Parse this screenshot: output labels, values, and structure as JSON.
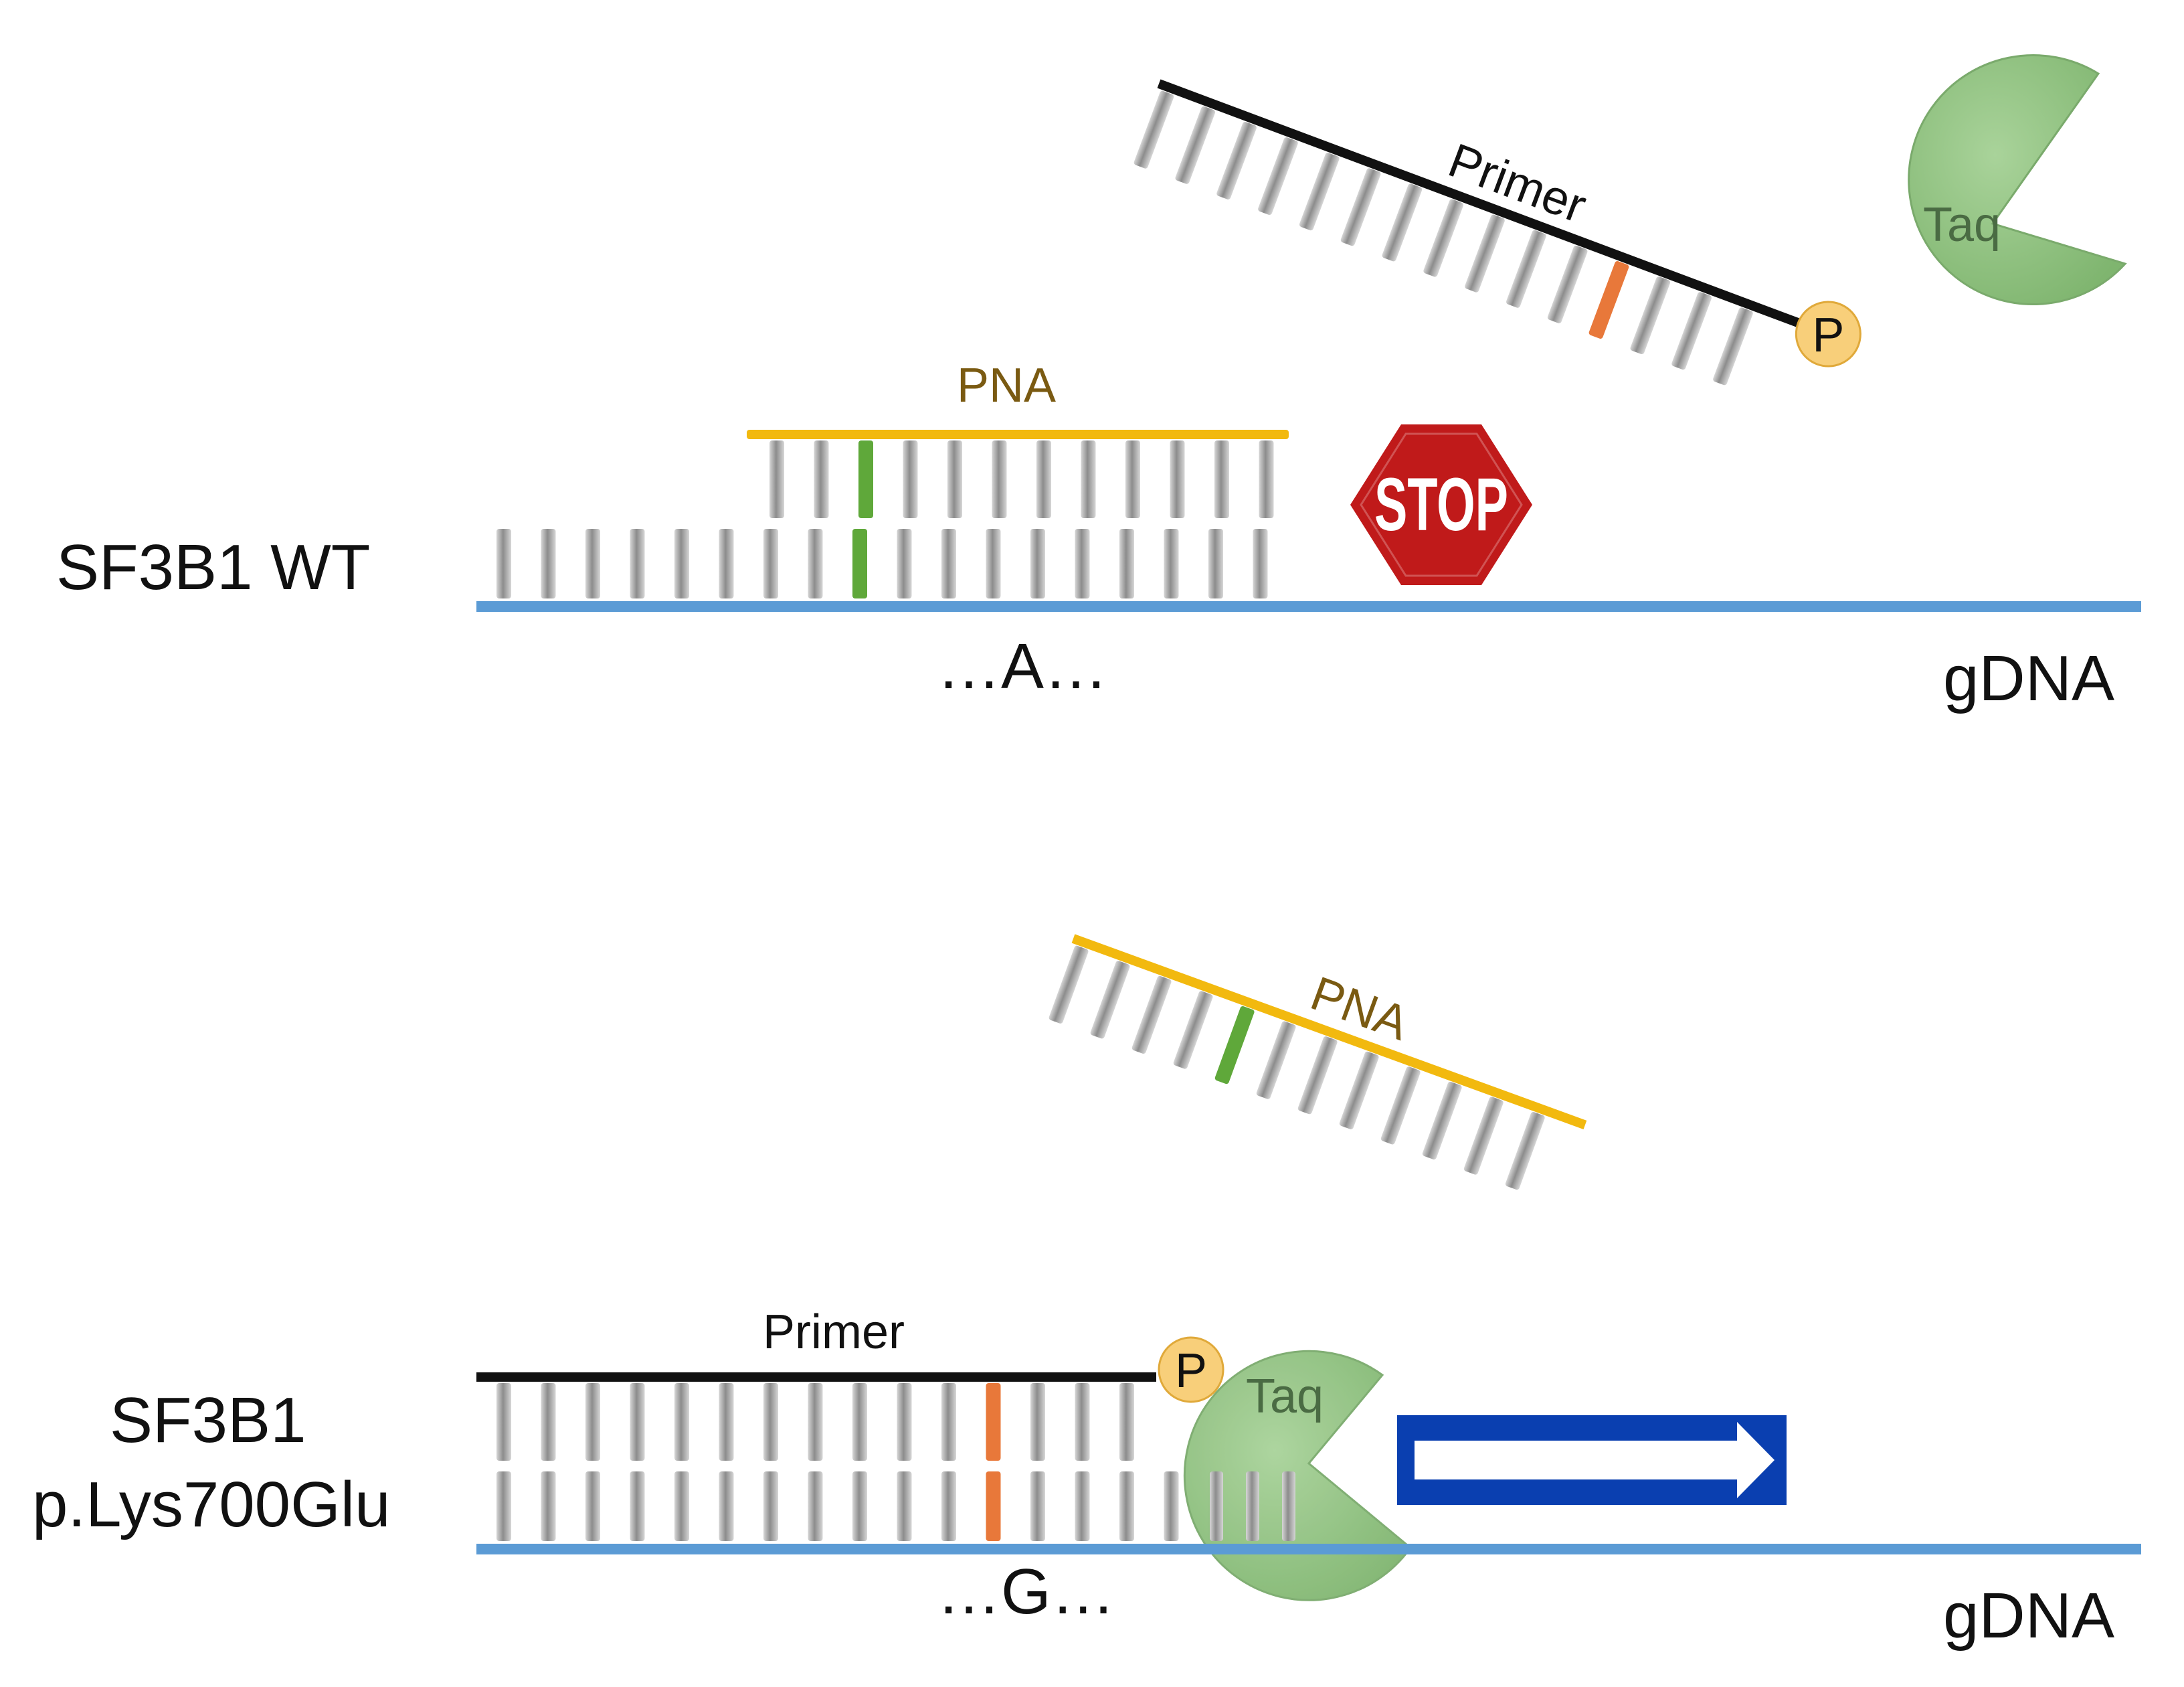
{
  "panels": {
    "wild_type": {
      "label": "SF3B1 WT",
      "allele": "…A…",
      "strand": "gDNA",
      "pna_label": "PNA",
      "primer_label": "Primer",
      "phosphate_label": "P",
      "polymerase_label": "Taq",
      "stop_sign_text": "STOP"
    },
    "mutant": {
      "label_line1": "SF3B1",
      "label_line2": "p.Lys700Glu",
      "allele": "…G…",
      "strand": "gDNA",
      "pna_label": "PNA",
      "primer_label": "Primer",
      "phosphate_label": "P",
      "polymerase_label": "Taq"
    }
  },
  "colors": {
    "gdna": "#5b9bd5",
    "pna_backbone": "#f2b90f",
    "primer_backbone": "#111111",
    "base_gray": "#9a9a9a",
    "wt_match_base": "#5fa83a",
    "mutant_base": "#e8783a",
    "taq": "#8fc47f",
    "phosphate": "#f8cf7a",
    "stop_sign": "#c01a1a",
    "arrow": "#0a3fb0"
  }
}
